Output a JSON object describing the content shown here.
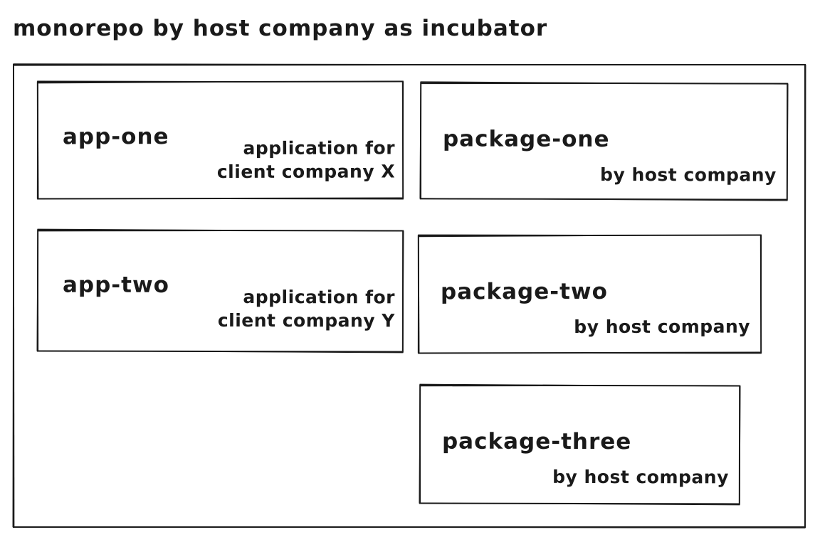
{
  "title": "monorepo by host company as incubator",
  "colors": {
    "ink": "#1a1a1a",
    "background": "#ffffff"
  },
  "diagram": {
    "container": "monorepo",
    "boxes": [
      {
        "id": "app-one",
        "label": "app-one",
        "description": "application for\nclient company X"
      },
      {
        "id": "package-one",
        "label": "package-one",
        "description": "by host company"
      },
      {
        "id": "app-two",
        "label": "app-two",
        "description": "application for\nclient company Y"
      },
      {
        "id": "package-two",
        "label": "package-two",
        "description": "by host company"
      },
      {
        "id": "package-three",
        "label": "package-three",
        "description": "by host company"
      }
    ]
  }
}
